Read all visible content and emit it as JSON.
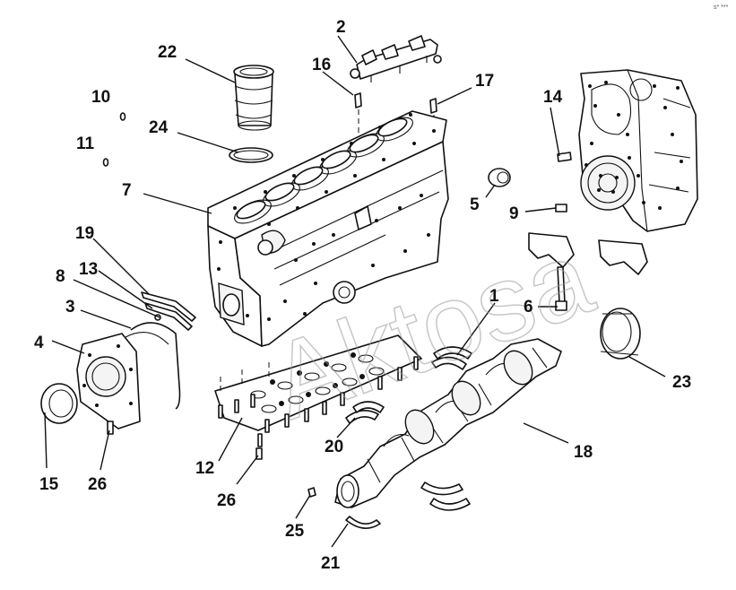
{
  "watermark": "Aktosa",
  "corner_mark": "s* ***",
  "callouts": [
    {
      "id": "c1",
      "label": "1"
    },
    {
      "id": "c2",
      "label": "2"
    },
    {
      "id": "c3",
      "label": "3"
    },
    {
      "id": "c4",
      "label": "4"
    },
    {
      "id": "c5",
      "label": "5"
    },
    {
      "id": "c6",
      "label": "6"
    },
    {
      "id": "c7",
      "label": "7"
    },
    {
      "id": "c8",
      "label": "8"
    },
    {
      "id": "c9",
      "label": "9"
    },
    {
      "id": "c10",
      "label": "10"
    },
    {
      "id": "c11",
      "label": "11"
    },
    {
      "id": "c12",
      "label": "12"
    },
    {
      "id": "c13",
      "label": "13"
    },
    {
      "id": "c14",
      "label": "14"
    },
    {
      "id": "c15",
      "label": "15"
    },
    {
      "id": "c16",
      "label": "16"
    },
    {
      "id": "c17",
      "label": "17"
    },
    {
      "id": "c18",
      "label": "18"
    },
    {
      "id": "c19",
      "label": "19"
    },
    {
      "id": "c20",
      "label": "20"
    },
    {
      "id": "c21",
      "label": "21"
    },
    {
      "id": "c22",
      "label": "22"
    },
    {
      "id": "c23",
      "label": "23"
    },
    {
      "id": "c24",
      "label": "24"
    },
    {
      "id": "c25",
      "label": "25"
    },
    {
      "id": "c26a",
      "label": "26"
    },
    {
      "id": "c26b",
      "label": "26"
    }
  ]
}
